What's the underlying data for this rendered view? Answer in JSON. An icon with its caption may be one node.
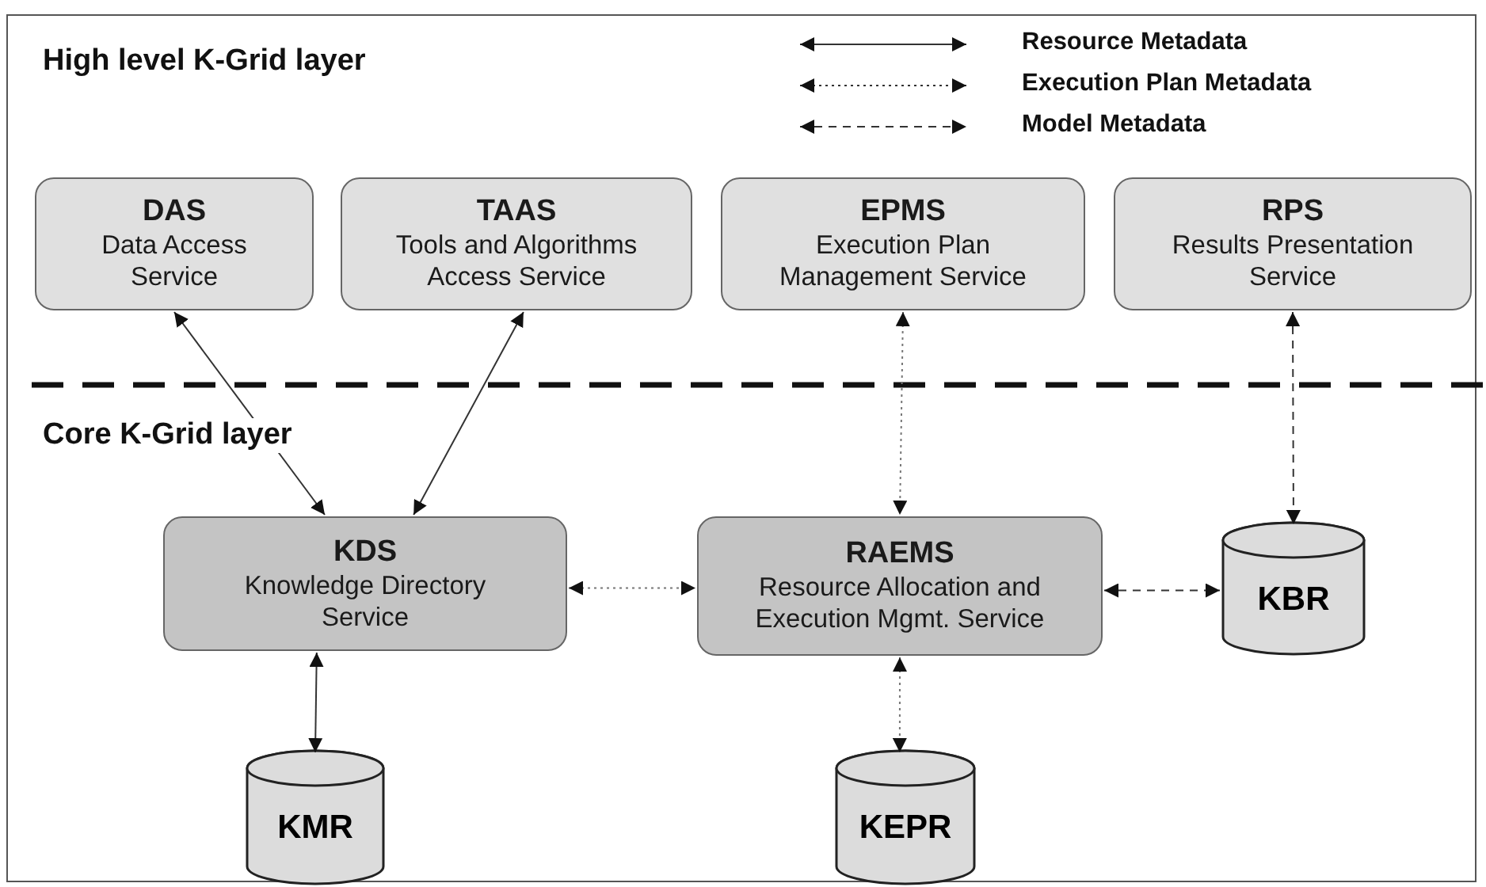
{
  "diagram": {
    "nodes": [
      {
        "text": [
          "DAS",
          "Data Access Service"
        ]
      },
      {
        "text": [
          "TAAS",
          "Tools and Algorithms Access Service"
        ]
      },
      {
        "text": [
          "EPMS",
          "Execution Plan Management Service"
        ]
      },
      {
        "text": [
          "RPS",
          "Results Presentation Service"
        ]
      },
      {
        "text": [
          "KDS",
          "Knowledge Directory Service"
        ]
      },
      {
        "text": [
          "RAEMS",
          "Resource Allocation and Execution Mgmt. Service"
        ]
      },
      {
        "text": [
          "KBR"
        ]
      },
      {
        "text": [
          "KMR"
        ]
      },
      {
        "text": [
          "KEPR"
        ]
      }
    ],
    "edges": [
      {
        "from": 0,
        "to": 4,
        "arrow": "both"
      },
      {
        "from": 1,
        "to": 4,
        "arrow": "both"
      },
      {
        "from": 2,
        "to": 5,
        "arrow": "both",
        "style": "dashed",
        "color": "#777777"
      },
      {
        "from": 3,
        "to": 6,
        "arrow": "both",
        "style": "dashed"
      },
      {
        "from": 4,
        "to": 5,
        "arrow": "both",
        "style": "dashed",
        "color": "#777777"
      },
      {
        "from": 5,
        "to": 6,
        "arrow": "both",
        "style": "dashed"
      },
      {
        "from": 4,
        "to": 7,
        "arrow": "both"
      },
      {
        "from": 5,
        "to": 8,
        "arrow": "both",
        "style": "dashed",
        "color": "#777777"
      }
    ],
    "labels": [
      "High level K-Grid layer",
      "Core K-Grid layer"
    ],
    "legend": [
      {
        "text": "Resource Metadata"
      },
      {
        "text": "Execution Plan Metadata"
      },
      {
        "text": "Model Metadata"
      }
    ]
  }
}
